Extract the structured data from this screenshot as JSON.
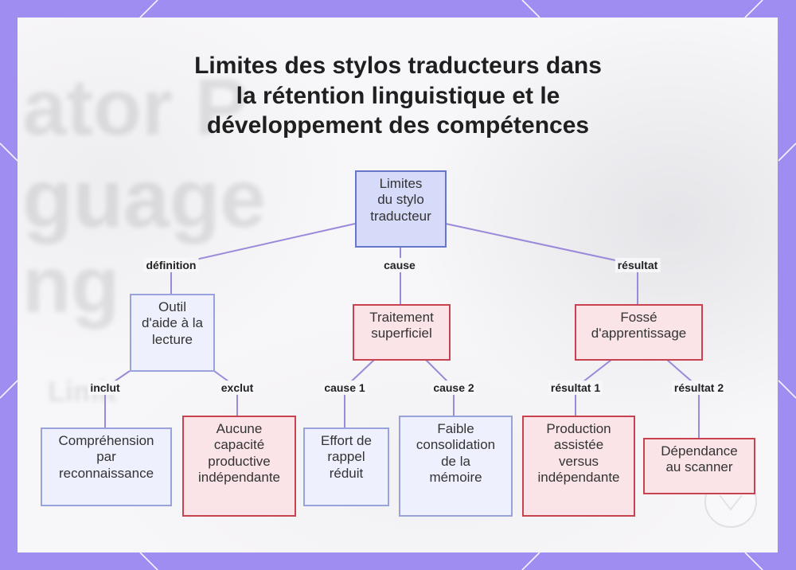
{
  "title_lines": [
    "Limites des stylos traducteurs dans",
    "la rétention linguistique et le",
    "développement des compétences"
  ],
  "background_text": [
    "ator P",
    "guage",
    "ng",
    "Limit"
  ],
  "watermark_icon": "circle-logo-icon",
  "colors": {
    "frame": "#9f8df2",
    "frame_pattern": "#ffffff",
    "panel": "#f7f6f8",
    "edge": "#9b89d9",
    "root_fill": "#d5dbf9",
    "root_border": "#6677c9",
    "info_fill": "#eef1fd",
    "info_border": "#97a3da",
    "warn_fill": "#fbe4e7",
    "warn_border": "#c9424f",
    "text": "#333333",
    "title": "#1f1f1f"
  },
  "tree": {
    "lines": [
      "Limites",
      "du stylo",
      "traducteur"
    ],
    "children": [
      {
        "edge_label": "définition",
        "lines": [
          "Outil",
          "d'aide à la",
          "lecture"
        ],
        "children": [
          {
            "edge_label": "inclut",
            "lines": [
              "Compréhension",
              "par",
              "reconnaissance"
            ]
          },
          {
            "edge_label": "exclut",
            "lines": [
              "Aucune",
              "capacité",
              "productive",
              "indépendante"
            ]
          }
        ]
      },
      {
        "edge_label": "cause",
        "lines": [
          "Traitement",
          "superficiel"
        ],
        "children": [
          {
            "edge_label": "cause 1",
            "lines": [
              "Effort de",
              "rappel",
              "réduit"
            ]
          },
          {
            "edge_label": "cause 2",
            "lines": [
              "Faible",
              "consolidation",
              "de la",
              "mémoire"
            ]
          }
        ]
      },
      {
        "edge_label": "résultat",
        "lines": [
          "Fossé",
          "d'apprentissage"
        ],
        "children": [
          {
            "edge_label": "résultat 1",
            "lines": [
              "Production",
              "assistée",
              "versus",
              "indépendante"
            ]
          },
          {
            "edge_label": "résultat 2",
            "lines": [
              "Dépendance",
              "au scanner"
            ]
          }
        ]
      }
    ]
  }
}
